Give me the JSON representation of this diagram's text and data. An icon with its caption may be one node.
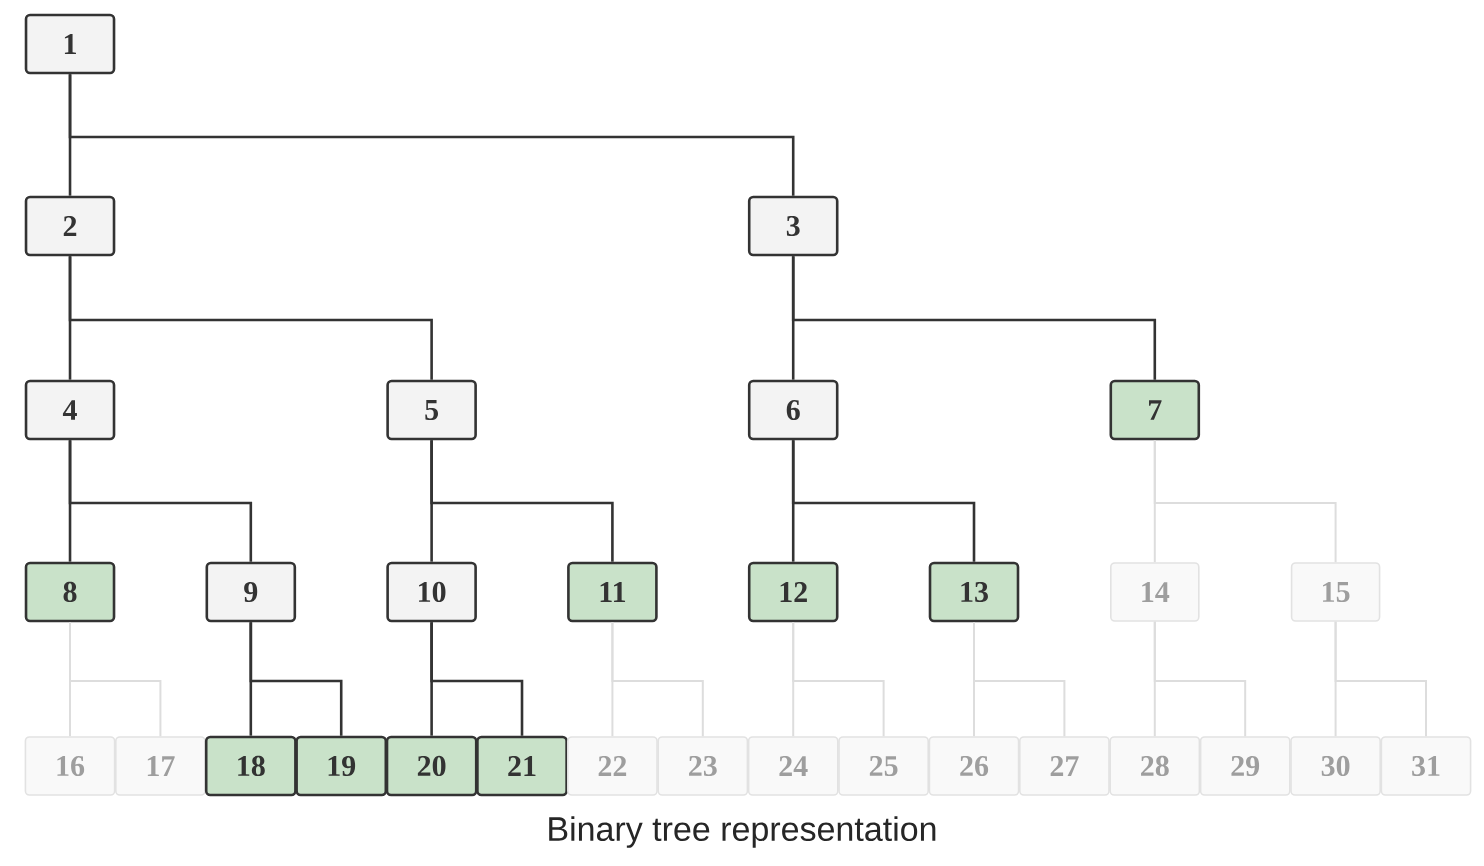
{
  "diagram": {
    "caption": "Binary tree representation",
    "nodes": [
      {
        "text": [
          "1"
        ]
      },
      {
        "text": [
          "2"
        ]
      },
      {
        "text": [
          "3"
        ]
      },
      {
        "text": [
          "4"
        ]
      },
      {
        "text": [
          "5"
        ]
      },
      {
        "text": [
          "6"
        ]
      },
      {
        "text": [
          "7"
        ]
      },
      {
        "text": [
          "8"
        ]
      },
      {
        "text": [
          "9"
        ]
      },
      {
        "text": [
          "10"
        ]
      },
      {
        "text": [
          "11"
        ]
      },
      {
        "text": [
          "12"
        ]
      },
      {
        "text": [
          "13"
        ]
      },
      {
        "text": [
          "14"
        ]
      },
      {
        "text": [
          "15"
        ]
      },
      {
        "text": [
          "16"
        ]
      },
      {
        "text": [
          "17"
        ]
      },
      {
        "text": [
          "18"
        ]
      },
      {
        "text": [
          "19"
        ]
      },
      {
        "text": [
          "20"
        ]
      },
      {
        "text": [
          "21"
        ]
      },
      {
        "text": [
          "22"
        ]
      },
      {
        "text": [
          "23"
        ]
      },
      {
        "text": [
          "24"
        ]
      },
      {
        "text": [
          "25"
        ]
      },
      {
        "text": [
          "26"
        ]
      },
      {
        "text": [
          "27"
        ]
      },
      {
        "text": [
          "28"
        ]
      },
      {
        "text": [
          "29"
        ]
      },
      {
        "text": [
          "30"
        ]
      },
      {
        "text": [
          "31"
        ]
      }
    ],
    "edges": [
      {
        "from": 0,
        "to": 1,
        "arrow": "none"
      },
      {
        "from": 0,
        "to": 2,
        "arrow": "none"
      },
      {
        "from": 1,
        "to": 3,
        "arrow": "none"
      },
      {
        "from": 1,
        "to": 4,
        "arrow": "none"
      },
      {
        "from": 2,
        "to": 5,
        "arrow": "none"
      },
      {
        "from": 2,
        "to": 6,
        "arrow": "none"
      },
      {
        "from": 3,
        "to": 7,
        "arrow": "none"
      },
      {
        "from": 3,
        "to": 8,
        "arrow": "none"
      },
      {
        "from": 4,
        "to": 9,
        "arrow": "none"
      },
      {
        "from": 4,
        "to": 10,
        "arrow": "none"
      },
      {
        "from": 5,
        "to": 11,
        "arrow": "none"
      },
      {
        "from": 5,
        "to": 12,
        "arrow": "none"
      },
      {
        "from": 6,
        "to": 13,
        "arrow": "none",
        "color": "#dddddd"
      },
      {
        "from": 6,
        "to": 14,
        "arrow": "none",
        "color": "#dddddd"
      },
      {
        "from": 7,
        "to": 15,
        "arrow": "none",
        "color": "#dddddd"
      },
      {
        "from": 7,
        "to": 16,
        "arrow": "none",
        "color": "#dddddd"
      },
      {
        "from": 8,
        "to": 17,
        "arrow": "none"
      },
      {
        "from": 8,
        "to": 18,
        "arrow": "none"
      },
      {
        "from": 9,
        "to": 19,
        "arrow": "none"
      },
      {
        "from": 9,
        "to": 20,
        "arrow": "none"
      },
      {
        "from": 10,
        "to": 21,
        "arrow": "none",
        "color": "#dddddd"
      },
      {
        "from": 10,
        "to": 22,
        "arrow": "none",
        "color": "#dddddd"
      },
      {
        "from": 11,
        "to": 23,
        "arrow": "none",
        "color": "#dddddd"
      },
      {
        "from": 11,
        "to": 24,
        "arrow": "none",
        "color": "#dddddd"
      },
      {
        "from": 12,
        "to": 25,
        "arrow": "none",
        "color": "#dddddd"
      },
      {
        "from": 12,
        "to": 26,
        "arrow": "none",
        "color": "#dddddd"
      },
      {
        "from": 13,
        "to": 27,
        "arrow": "none",
        "color": "#dddddd"
      },
      {
        "from": 13,
        "to": 28,
        "arrow": "none",
        "color": "#dddddd"
      },
      {
        "from": 14,
        "to": 29,
        "arrow": "none",
        "color": "#dddddd"
      },
      {
        "from": 14,
        "to": 30,
        "arrow": "none",
        "color": "#dddddd"
      }
    ]
  }
}
